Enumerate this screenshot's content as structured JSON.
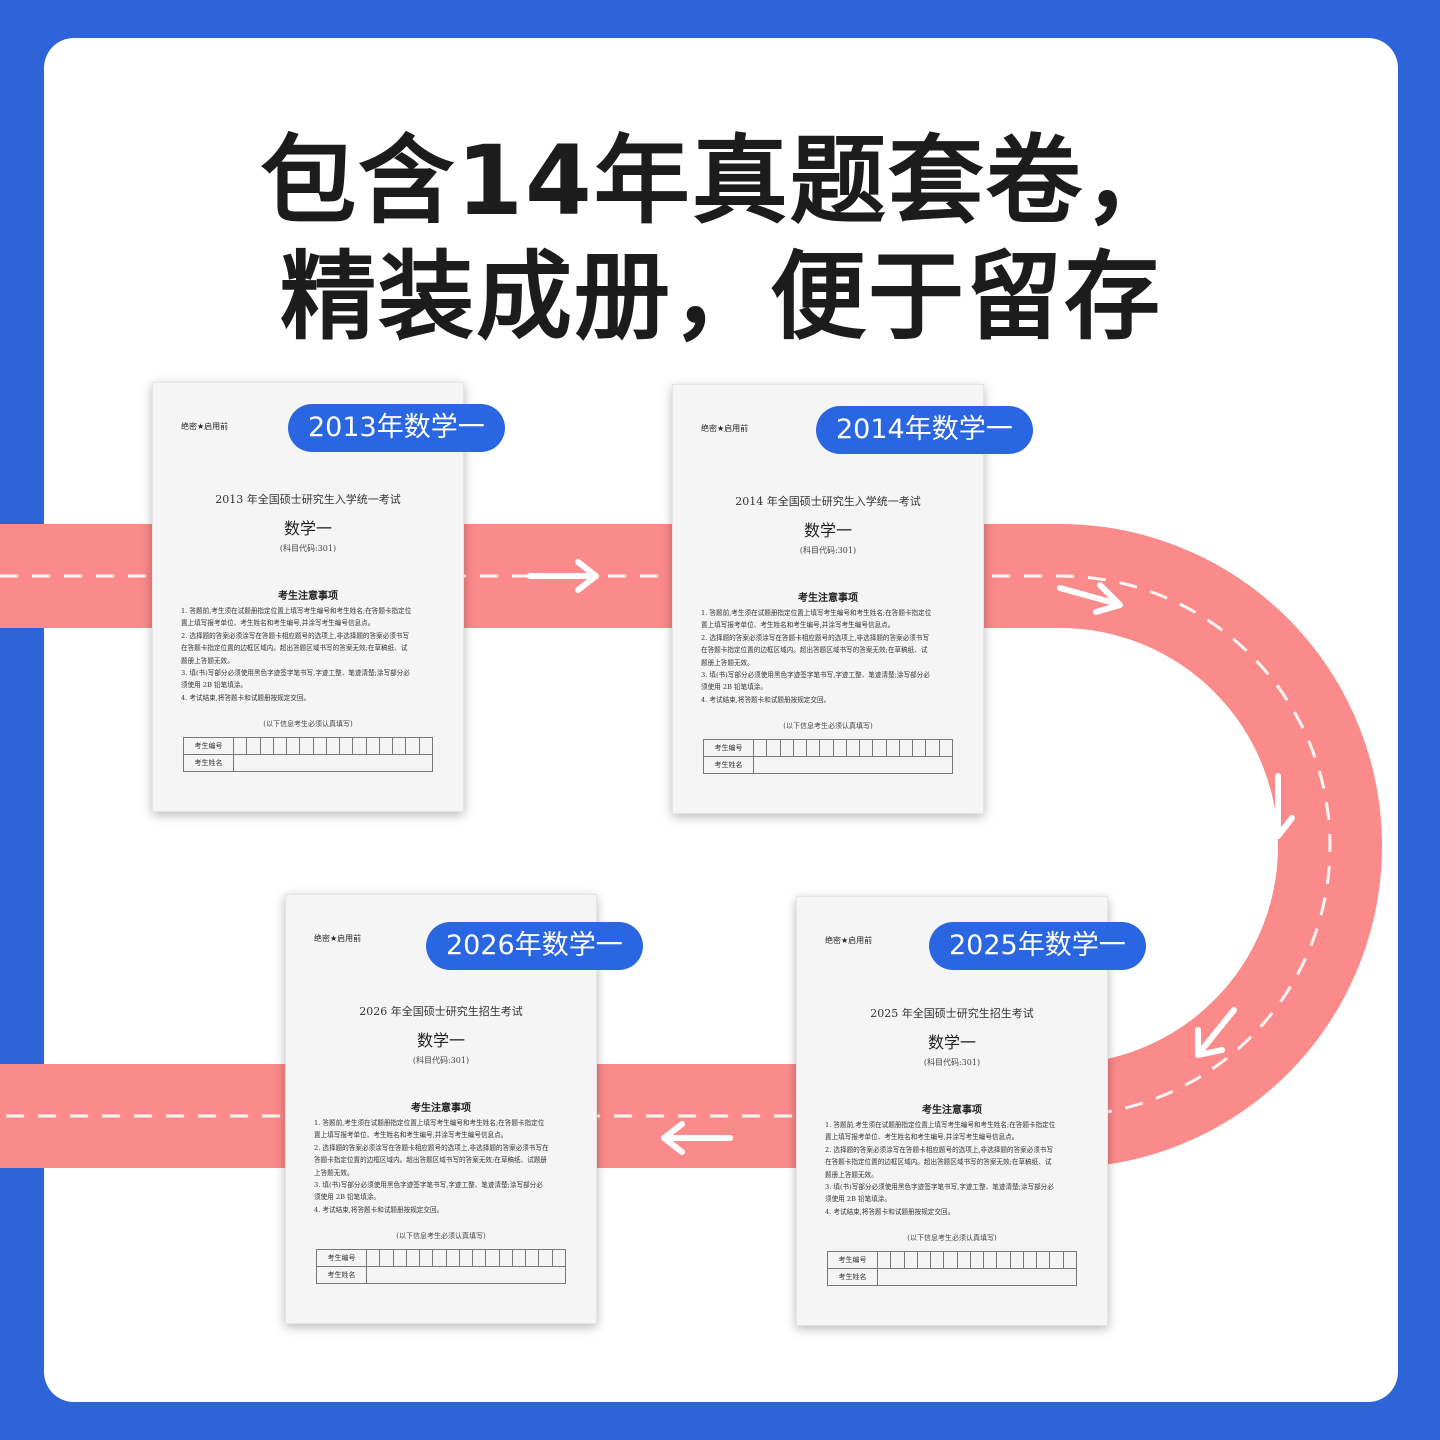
{
  "headline": {
    "line1": "包含14年真题套卷，",
    "line2": "精装成册，便于留存"
  },
  "colors": {
    "background": "#2f64d8",
    "card": "#ffffff",
    "track": "#fb8a8a",
    "badge": "#2a66e2"
  },
  "papers": [
    {
      "badge": "2013年数学一",
      "secret": "绝密★启用前",
      "title": "2013 年全国硕士研究生入学统一考试",
      "subject": "数学一",
      "code": "(科目代码:301)",
      "notice": "考生注意事项",
      "rules": [
        "1. 答题前,考生须在试题册指定位置上填写考生编号和考生姓名;在答题卡指定位",
        "   置上填写报考单位、考生姓名和考生编号,并涂写考生编号信息点。",
        "2. 选择题的答案必须涂写在答题卡相应题号的选项上,非选择题的答案必须书写",
        "   在答题卡指定位置的边框区域内。超出答题区域书写的答案无效;在草稿纸、试",
        "   题册上答题无效。",
        "3. 填(书)写部分必须使用黑色字迹签字笔书写,字迹工整、笔迹清楚;涂写部分必",
        "   须使用 2B 铅笔填涂。",
        "4. 考试结束,将答题卡和试题册按规定交回。"
      ],
      "fill_note": "(以下信息考生必须认真填写)",
      "row1": "考生编号",
      "row2": "考生姓名"
    },
    {
      "badge": "2014年数学一",
      "secret": "绝密★启用前",
      "title": "2014 年全国硕士研究生入学统一考试",
      "subject": "数学一",
      "code": "(科目代码:301)",
      "notice": "考生注意事项",
      "rules": [
        "1. 答题前,考生须在试题册指定位置上填写考生编号和考生姓名;在答题卡指定位",
        "   置上填写报考单位、考生姓名和考生编号,并涂写考生编号信息点。",
        "2. 选择题的答案必须涂写在答题卡相应题号的选项上,非选择题的答案必须书写",
        "   在答题卡指定位置的边框区域内。超出答题区域书写的答案无效;在草稿纸、试",
        "   题册上答题无效。",
        "3. 填(书)写部分必须使用黑色字迹签字笔书写,字迹工整、笔迹清楚;涂写部分必",
        "   须使用 2B 铅笔填涂。",
        "4. 考试结束,将答题卡和试题册按规定交回。"
      ],
      "fill_note": "(以下信息考生必须认真填写)",
      "row1": "考生编号",
      "row2": "考生姓名"
    },
    {
      "badge": "2026年数学一",
      "secret": "绝密★启用前",
      "title": "2026 年全国硕士研究生招生考试",
      "subject": "数学一",
      "code": "(科目代码:301)",
      "notice": "考生注意事项",
      "rules": [
        "1. 答题前,考生须在试题册指定位置上填写考生编号和考生姓名;在答题卡指定位",
        "   置上填写报考单位、考生姓名和考生编号,并涂写考生编号信息点。",
        "2. 选择题的答案必须涂写在答题卡相应题号的选项上,非选择题的答案必须书写在",
        "   答题卡指定位置的边框区域内。超出答题区域书写的答案无效;在草稿纸、试题册",
        "   上答题无效。",
        "3. 填(书)写部分必须使用黑色字迹签字笔书写,字迹工整、笔迹清楚;涂写部分必",
        "   须使用 2B 铅笔填涂。",
        "4. 考试结束,将答题卡和试题册按规定交回。"
      ],
      "fill_note": "(以下信息考生必须认真填写)",
      "row1": "考生编号",
      "row2": "考生姓名"
    },
    {
      "badge": "2025年数学一",
      "secret": "绝密★启用前",
      "title": "2025 年全国硕士研究生招生考试",
      "subject": "数学一",
      "code": "(科目代码:301)",
      "notice": "考生注意事项",
      "rules": [
        "1. 答题前,考生须在试题册指定位置上填写考生编号和考生姓名;在答题卡指定位",
        "   置上填写报考单位、考生姓名和考生编号,并涂写考生编号信息点。",
        "2. 选择题的答案必须涂写在答题卡相应题号的选项上,非选择题的答案必须书写",
        "   在答题卡指定位置的边框区域内。超出答题区域书写的答案无效;在草稿纸、试",
        "   题册上答题无效。",
        "3. 填(书)写部分必须使用黑色字迹签字笔书写,字迹工整、笔迹清楚;涂写部分必",
        "   须使用 2B 铅笔填涂。",
        "4. 考试结束,将答题卡和试题册按规定交回。"
      ],
      "fill_note": "(以下信息考生必须认真填写)",
      "row1": "考生编号",
      "row2": "考生姓名"
    }
  ]
}
